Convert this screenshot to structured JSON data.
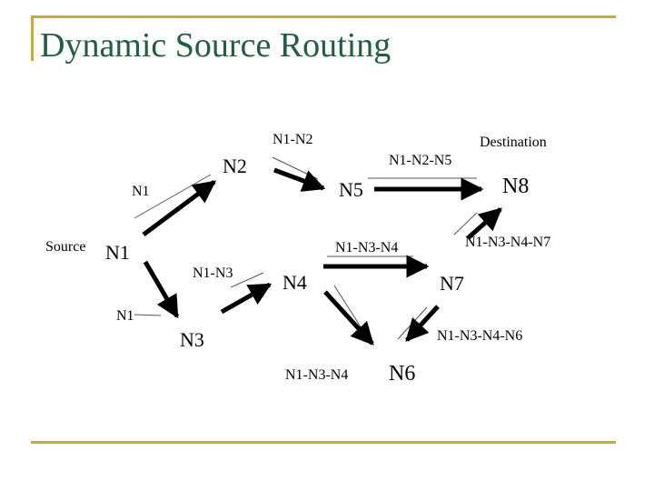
{
  "title": "Dynamic Source Routing",
  "labels": {
    "source": "Source",
    "destination": "Destination"
  },
  "nodes": {
    "n1": "N1",
    "n2": "N2",
    "n3": "N3",
    "n4": "N4",
    "n5": "N5",
    "n6": "N6",
    "n7": "N7",
    "n8": "N8"
  },
  "route_records": {
    "n1_to_n2": "N1",
    "n1_to_n3": "N1",
    "n2_to_n5": "N1-N2",
    "n3_to_n4": "N1-N3",
    "n5_to_n8": "N1-N2-N5",
    "n4_to_n7": "N1-N3-N4",
    "n4_to_n6": "N1-N3-N4",
    "n7_to_n8": "N1-N3-N4-N7",
    "n7_to_n6": "N1-N3-N4-N6"
  }
}
